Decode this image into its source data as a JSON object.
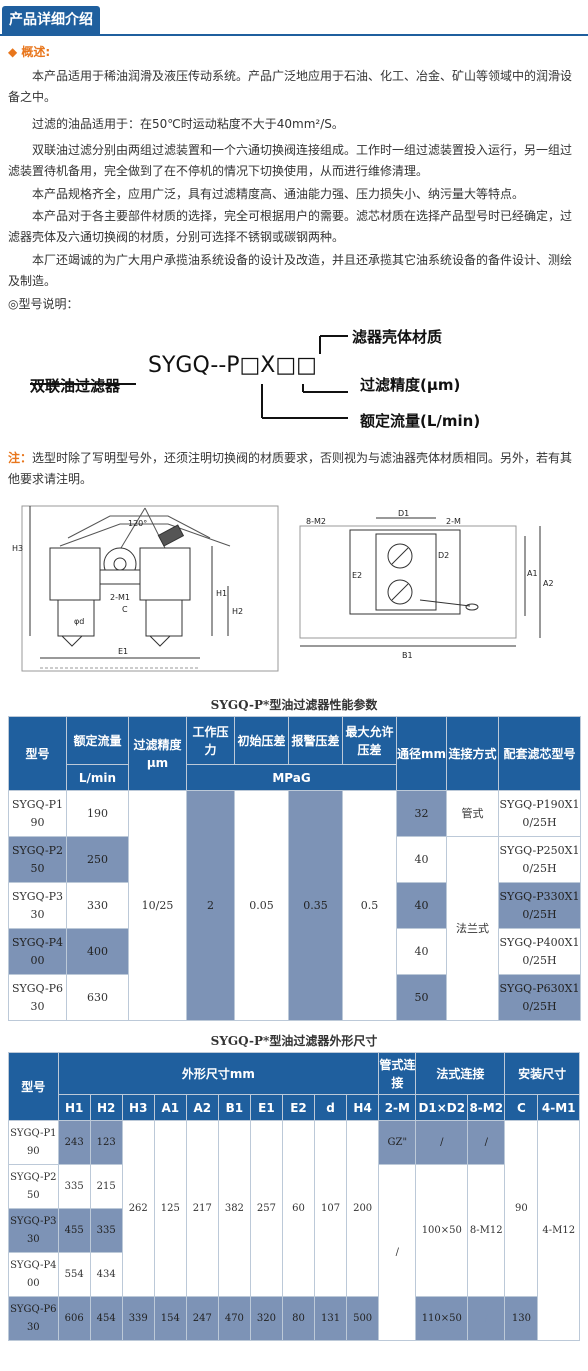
{
  "header": {
    "title": "产品详细介绍"
  },
  "overview": {
    "title": "◆ 概述:",
    "paragraphs": [
      "本产品适用于稀油润滑及液压传动系统。产品广泛地应用于石油、化工、冶金、矿山等领域中的润滑设备之中。",
      "过滤的油品适用于：在50℃时运动粘度不大于40mm²/S。",
      "双联油过滤分别由两组过滤装置和一个六通切换阀连接组成。工作时一组过滤装置投入运行，另一组过滤装置待机备用，完全做到了在不停机的情况下切换使用，从而进行维修清理。",
      "本产品规格齐全，应用广泛，具有过滤精度高、通油能力强、压力损失小、纳污量大等特点。",
      "本产品对于各主要部件材质的选择，完全可根据用户的需要。滤芯材质在选择产品型号时已经确定，过滤器壳体及六通切换阀的材质，分别可选择不锈钢或碳钢两种。",
      "本厂还竭诚的为广大用户承揽油系统设备的设计及改造，并且还承揽其它油系统设备的备件设计、测绘及制造。"
    ],
    "model_heading": "◎型号说明："
  },
  "model_diagram": {
    "code": "SYGQ--P□X□□",
    "left_label": "双联油过滤器",
    "label_housing": "滤器壳体材质",
    "label_precision": "过滤精度(μm)",
    "label_flow": "额定流量(L/min)"
  },
  "note": {
    "title": "注：",
    "text": "选型时除了写明型号外，还须注明切换阀的材质要求，否则视为与滤油器壳体材质相同。另外，若有其他要求请注明。"
  },
  "drawing_labels": [
    "H3",
    "120°",
    "2-M1",
    "C",
    "H1",
    "H2",
    "φd",
    "E1",
    "8-M2",
    "D1",
    "2-M",
    "E2",
    "D2",
    "A1",
    "A2",
    "B1"
  ],
  "perf_table": {
    "caption": "SYGQ-P*型油过滤器性能参数",
    "headers": [
      "型号",
      "额定流量",
      "过滤精度",
      "工作压力",
      "初始压差",
      "报警压差",
      "最大允许压差",
      "通径mm",
      "连接方式",
      "配套滤芯型号"
    ],
    "units": [
      "L/min",
      "μm",
      "MPaG"
    ],
    "rows": [
      {
        "model": "SYGQ-P190",
        "flow": "190",
        "dn": "32",
        "elem": "SYGQ-P190X10/25H"
      },
      {
        "model": "SYGQ-P250",
        "flow": "250",
        "dn": "40",
        "elem": "SYGQ-P250X10/25H"
      },
      {
        "model": "SYGQ-P330",
        "flow": "330",
        "dn": "40",
        "elem": "SYGQ-P330X10/25H"
      },
      {
        "model": "SYGQ-P400",
        "flow": "400",
        "dn": "40",
        "elem": "SYGQ-P400X10/25H"
      },
      {
        "model": "SYGQ-P630",
        "flow": "630",
        "dn": "50",
        "elem": "SYGQ-P630X10/25H"
      }
    ],
    "shared": {
      "precision": "10/25",
      "work": "2",
      "init": "0.05",
      "alarm": "0.35",
      "max": "0.5",
      "conn_pipe": "管式",
      "conn_flange": "法兰式"
    }
  },
  "dim_table": {
    "caption": "SYGQ-P*型油过滤器外形尺寸",
    "group_headers": [
      "型号",
      "外形尺寸mm",
      "管式连接",
      "法式连接",
      "安装尺寸"
    ],
    "sub_headers": [
      "H1",
      "H2",
      "H3",
      "A1",
      "A2",
      "B1",
      "E1",
      "E2",
      "d",
      "H4",
      "2-M",
      "D1×D2",
      "8-M2",
      "C",
      "4-M1"
    ],
    "rows": [
      {
        "model": "SYGQ-P190",
        "H1": "243",
        "H2": "123"
      },
      {
        "model": "SYGQ-P250",
        "H1": "335",
        "H2": "215"
      },
      {
        "model": "SYGQ-P330",
        "H1": "455",
        "H2": "335"
      },
      {
        "model": "SYGQ-P400",
        "H1": "554",
        "H2": "434"
      },
      {
        "model": "SYGQ-P630",
        "H1": "606",
        "H2": "454",
        "H3": "339",
        "A1": "154",
        "A2": "247",
        "B1": "470",
        "E1": "320",
        "E2": "80",
        "d": "131",
        "H4": "500",
        "D1D2": "110×50",
        "C": "130"
      }
    ],
    "shared": {
      "H3": "262",
      "A1": "125",
      "A2": "217",
      "B1": "382",
      "E1": "257",
      "E2": "60",
      "d": "107",
      "H4": "200",
      "pipe_2M": "GZ\"",
      "slash": "/",
      "D1D2": "100×50",
      "M2": "8-M12",
      "C": "90",
      "M1": "4-M12"
    }
  }
}
